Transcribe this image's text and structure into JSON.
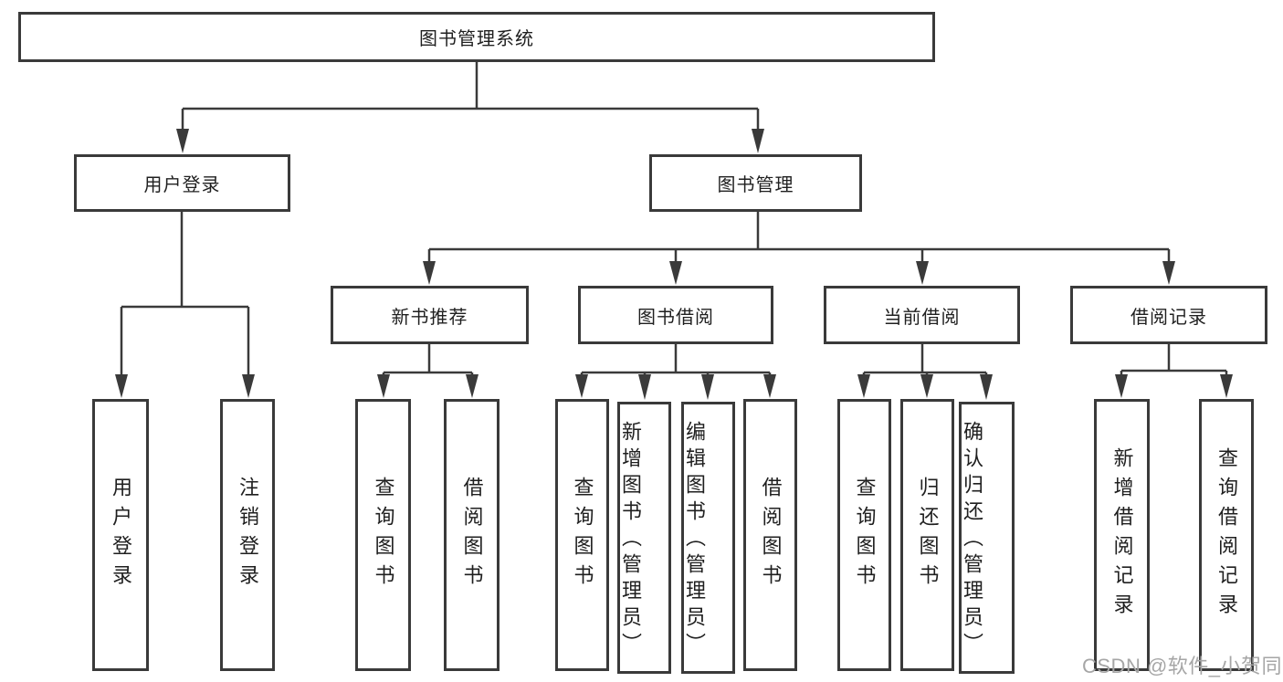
{
  "diagram": {
    "title": "图书管理系统",
    "type": "hierarchy-tree",
    "colors": {
      "line": "#3a3a3a",
      "text": "#1f1f1f",
      "background": "#ffffff",
      "watermark": "#a6a6a6"
    },
    "tree": {
      "root": "图书管理系统",
      "level2": {
        "user_login": "用户登录",
        "book_mgmt": "图书管理"
      },
      "level3": {
        "new_book_rec": "新书推荐",
        "book_borrow": "图书借阅",
        "current_borrow": "当前借阅",
        "borrow_record": "借阅记录"
      },
      "leaves": {
        "ul_login": "用户登录",
        "ul_logout": "注销登录",
        "nb_query": "查询图书",
        "nb_borrow": "借阅图书",
        "bb_query": "查询图书",
        "bb_add": "新增图书（管理员）",
        "bb_edit": "编辑图书（管理员）",
        "bb_borrow": "借阅图书",
        "cb_query": "查询图书",
        "cb_return": "归还图书",
        "cb_confirm": "确认归还（管理员）",
        "br_add": "新增借阅记录",
        "br_query": "查询借阅记录"
      }
    },
    "watermark": "CSDN @软件_小贺同学"
  }
}
